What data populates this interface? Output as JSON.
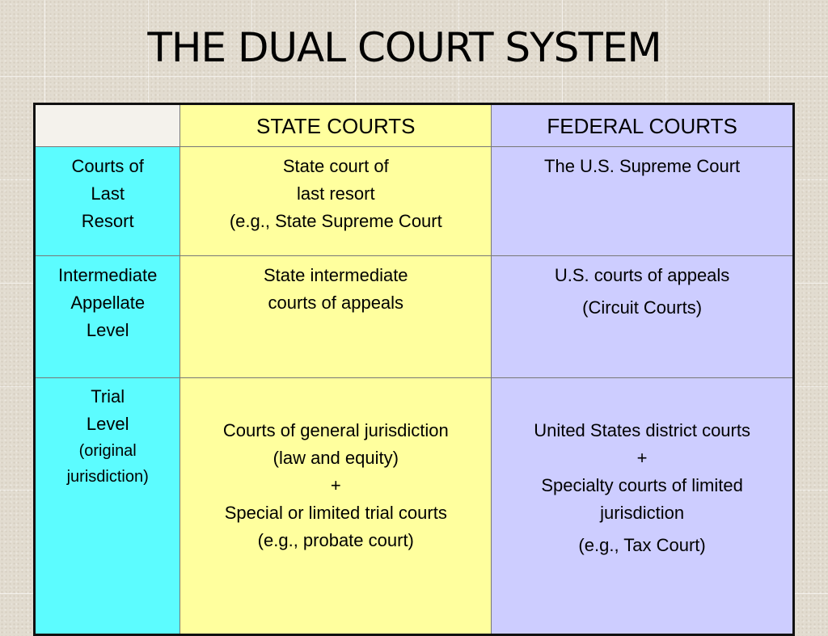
{
  "title": "THE DUAL COURT SYSTEM",
  "columns": {
    "state": "STATE COURTS",
    "federal": "FEDERAL COURTS"
  },
  "rows": [
    {
      "label": [
        "Courts of",
        "Last",
        "Resort"
      ],
      "state": [
        "State court of",
        "last resort",
        "(e.g., State Supreme Court"
      ],
      "federal": [
        "The U.S. Supreme Court"
      ]
    },
    {
      "label": [
        "Intermediate",
        "Appellate",
        "Level"
      ],
      "state": [
        "State intermediate",
        "courts of appeals"
      ],
      "federal": [
        "U.S. courts of appeals",
        "(Circuit Courts)"
      ]
    },
    {
      "label": [
        "Trial",
        "Level"
      ],
      "label_note": [
        "(original",
        "jurisdiction)"
      ],
      "state": [
        "Courts of general jurisdiction",
        "(law and equity)",
        "+",
        "Special or limited trial courts",
        "(e.g., probate court)"
      ],
      "federal": [
        "United States district courts",
        "+",
        "Specialty courts of limited",
        "jurisdiction",
        "(e.g., Tax Court)"
      ]
    }
  ],
  "colors": {
    "state_column": "#ffff9e",
    "federal_column": "#cdcdff",
    "label_column": "#5cfcff",
    "background": "#e2dcd0"
  }
}
